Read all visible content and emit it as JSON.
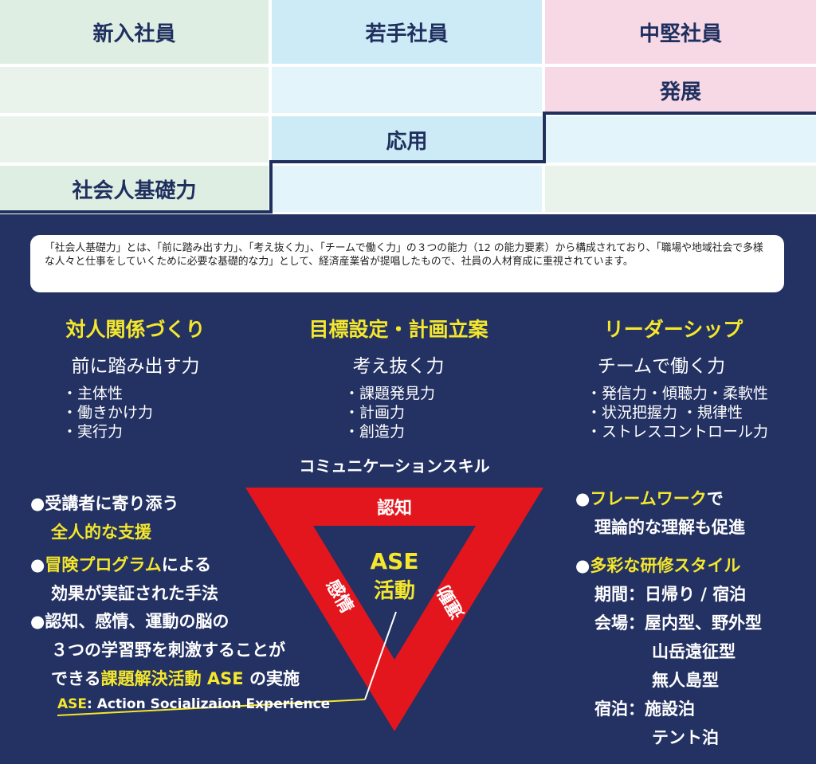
{
  "columns": {
    "new": "新入社員",
    "young": "若手社員",
    "mid": "中堅社員"
  },
  "levels": {
    "development": "発展",
    "application": "応用",
    "basic": "社会人基礎力"
  },
  "description": "「社会人基礎力」とは、「前に踏み出す力」、「考え抜く力」、「チームで働く力」の３つの能力（12 の能力要素）から構成されており、「職場や地域社会で多様な人々と仕事をしていくために必要な基礎的な力」として、経済産業省が提唱したもので、社員の人材育成に重視されています。",
  "categories": [
    {
      "title": "対人関係づくり",
      "ability": "前に踏み出す力",
      "items": [
        "・主体性",
        "・働きかけ力",
        "・実行力"
      ]
    },
    {
      "title": "目標設定・計画立案",
      "ability": "考え抜く力",
      "items": [
        "・課題発見力",
        "・計画力",
        "・創造力"
      ]
    },
    {
      "title": "リーダーシップ",
      "ability": "チームで働く力",
      "items": [
        "・発信力・傾聴力・柔軟性",
        "・状況把握力 ・規律性",
        "・ストレスコントロール力"
      ]
    }
  ],
  "triangle": {
    "top_label": "コミュニケーションスキル",
    "side_top": "認知",
    "side_left": "感情",
    "side_right": "運動",
    "center_line1": "ASE",
    "center_line2": "活動",
    "color": "#e3161e"
  },
  "left": {
    "p1_a": "●受講者に寄り添う",
    "p1_b": "全人的な支援",
    "p2_a": "●",
    "p2_b": "冒険プログラム",
    "p2_c": "による",
    "p2_d": "効果が実証された手法",
    "p3_a": "●認知、感情、運動の脳の",
    "p3_b": "３つの学習野を刺激することが",
    "p3_c": "できる",
    "p3_d": "課題解決活動 ASE",
    "p3_e": " の実施",
    "ase_a": "ASE",
    "ase_b": ": Action Socializaion Experience"
  },
  "right": {
    "r1_a": "●",
    "r1_b": "フレームワーク",
    "r1_c": "で",
    "r1_d": "理論的な理解も促進",
    "r2_a": "●",
    "r2_b": "多彩な研修スタイル",
    "period": "期間：日帰り / 宿泊",
    "venue": "会場：屋内型、野外型",
    "venue2": "山岳遠征型",
    "venue3": "無人島型",
    "stay": "宿泊：施設泊",
    "stay2": "テント泊"
  },
  "colors": {
    "navy": "#233163",
    "yellow": "#f4e72c",
    "red": "#e3161e"
  }
}
